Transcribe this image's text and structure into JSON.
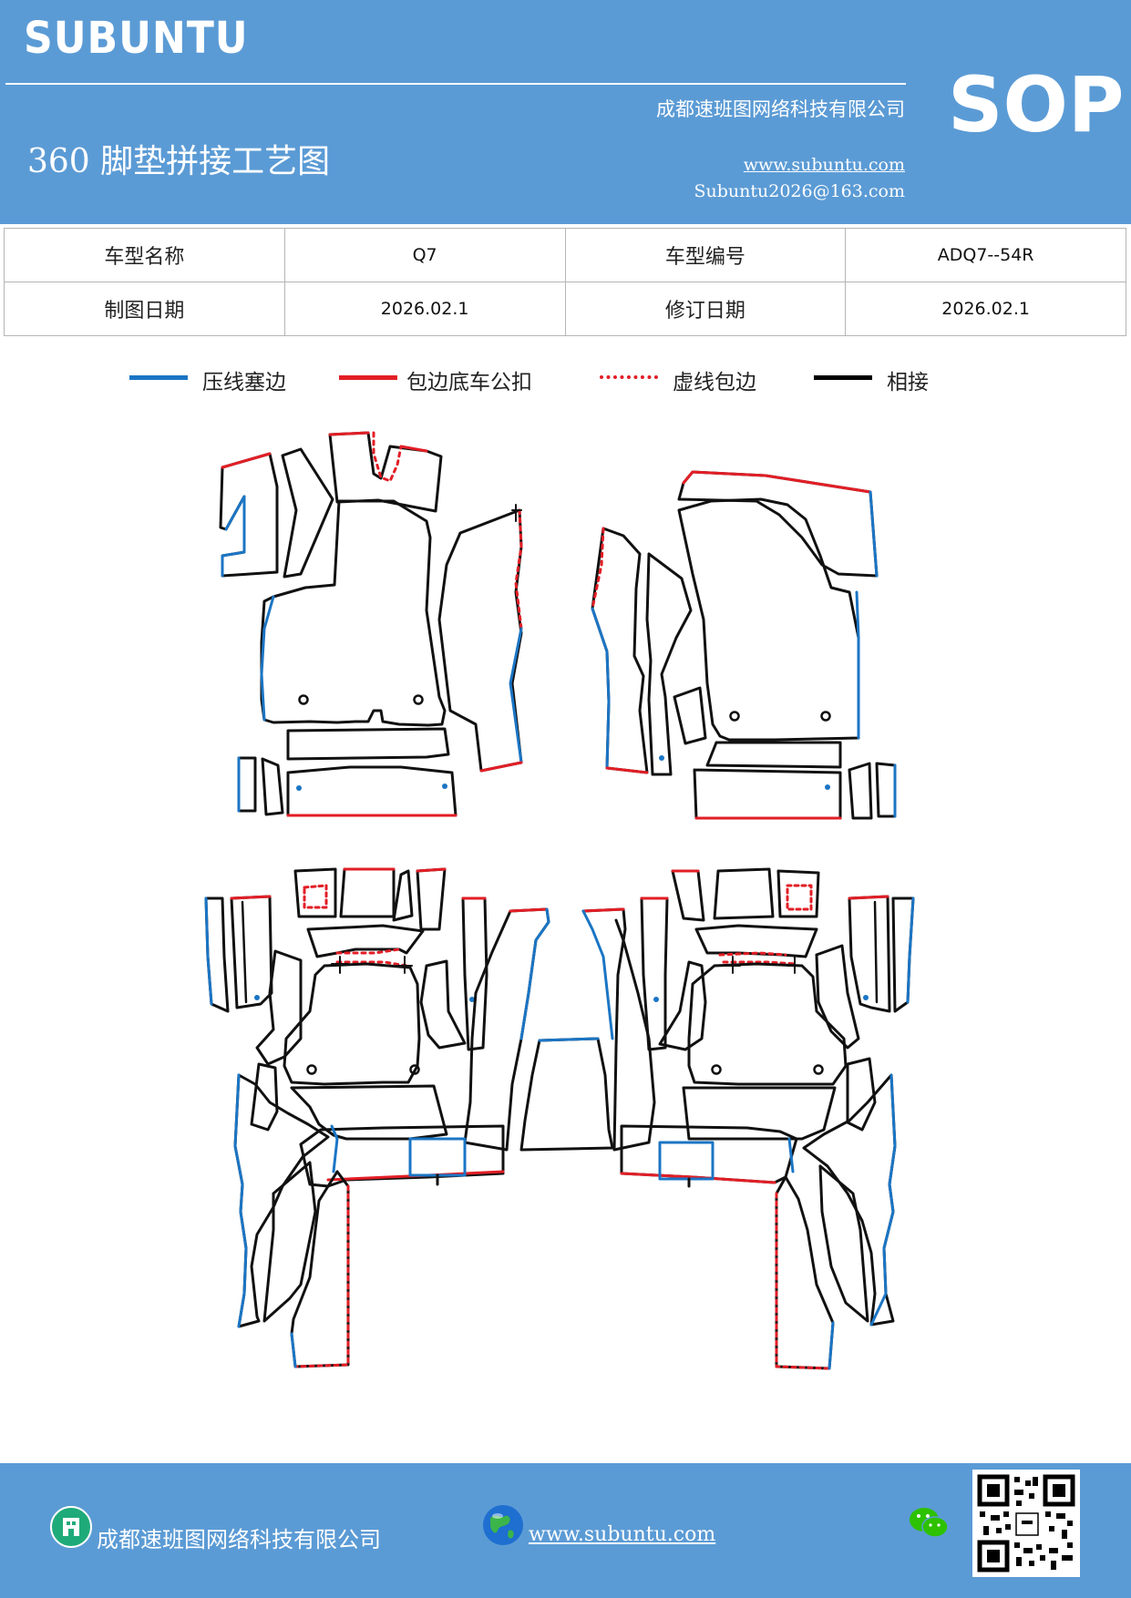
{
  "header": {
    "brand": "SUBUNTU",
    "company": "成都速班图网络科技有限公司",
    "title": "360 脚垫拼接工艺图",
    "website": "www.subuntu.com",
    "email": "Subuntu2026@163.com",
    "badge": "SOP"
  },
  "info": {
    "model_name_label": "车型名称",
    "model_name_value": "Q7",
    "model_code_label": "车型编号",
    "model_code_value": "ADQ7--54R",
    "draw_date_label": "制图日期",
    "draw_date_value": "2026.02.1",
    "revise_date_label": "修订日期",
    "revise_date_value": "2026.02.1"
  },
  "legend": [
    {
      "label": "压线塞边",
      "color": "#1b75c4",
      "style": "solid"
    },
    {
      "label": "包边底车公扣",
      "color": "#e21e26",
      "style": "solid"
    },
    {
      "label": "虚线包边",
      "color": "#e21e26",
      "style": "dotted"
    },
    {
      "label": "相接",
      "color": "#000000",
      "style": "solid"
    }
  ],
  "diagram": {
    "colors": {
      "pressed_edge": "#1b75c4",
      "hemmed_edge": "#e21e26",
      "joint": "#111111"
    }
  },
  "footer": {
    "company": "成都速班图网络科技有限公司",
    "website": "www.subuntu.com",
    "icons": [
      "building-icon",
      "globe-icon",
      "wechat-icon",
      "qr-code"
    ]
  }
}
